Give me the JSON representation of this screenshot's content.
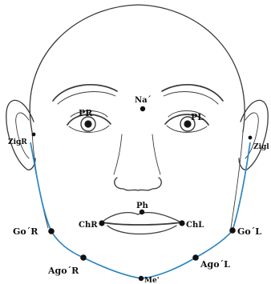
{
  "landmarks": {
    "na": "Na´",
    "pr": "PR",
    "pl": "PL",
    "zig_r": "ZigR",
    "zig_l": "Zigl",
    "ph": "Ph",
    "ch_r": "ChR",
    "ch_l": "ChL",
    "go_r": "Go´R",
    "go_l": "Go´L",
    "ago_r": "Ago´R",
    "ago_l": "Ago´L",
    "me": "Me'"
  },
  "colors": {
    "jaw_line": "#2e86c1",
    "sketch": "#3a3a3a",
    "points": "#111111"
  }
}
